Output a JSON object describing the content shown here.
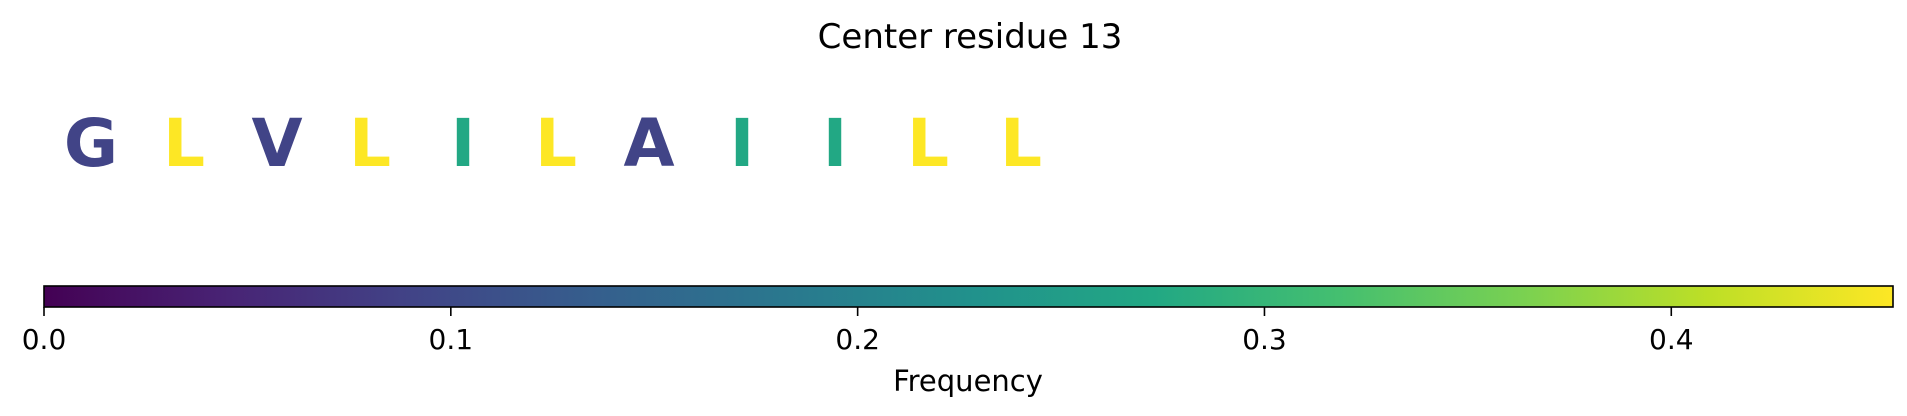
{
  "chart_data": {
    "type": "heatmap",
    "title": "Center residue 13",
    "sequence": [
      {
        "residue": "G",
        "frequency": 0.091
      },
      {
        "residue": "L",
        "frequency": 0.455
      },
      {
        "residue": "V",
        "frequency": 0.091
      },
      {
        "residue": "L",
        "frequency": 0.455
      },
      {
        "residue": "I",
        "frequency": 0.273
      },
      {
        "residue": "L",
        "frequency": 0.455
      },
      {
        "residue": "A",
        "frequency": 0.091
      },
      {
        "residue": "I",
        "frequency": 0.273
      },
      {
        "residue": "I",
        "frequency": 0.273
      },
      {
        "residue": "L",
        "frequency": 0.455
      },
      {
        "residue": "L",
        "frequency": 0.455
      }
    ],
    "colorbar": {
      "label": "Frequency",
      "colormap": "viridis",
      "range": [
        0,
        0.4545
      ],
      "ticks": [
        0.0,
        0.1,
        0.2,
        0.3,
        0.4
      ],
      "tick_labels": [
        "0.0",
        "0.1",
        "0.2",
        "0.3",
        "0.4"
      ],
      "orientation": "horizontal"
    }
  }
}
